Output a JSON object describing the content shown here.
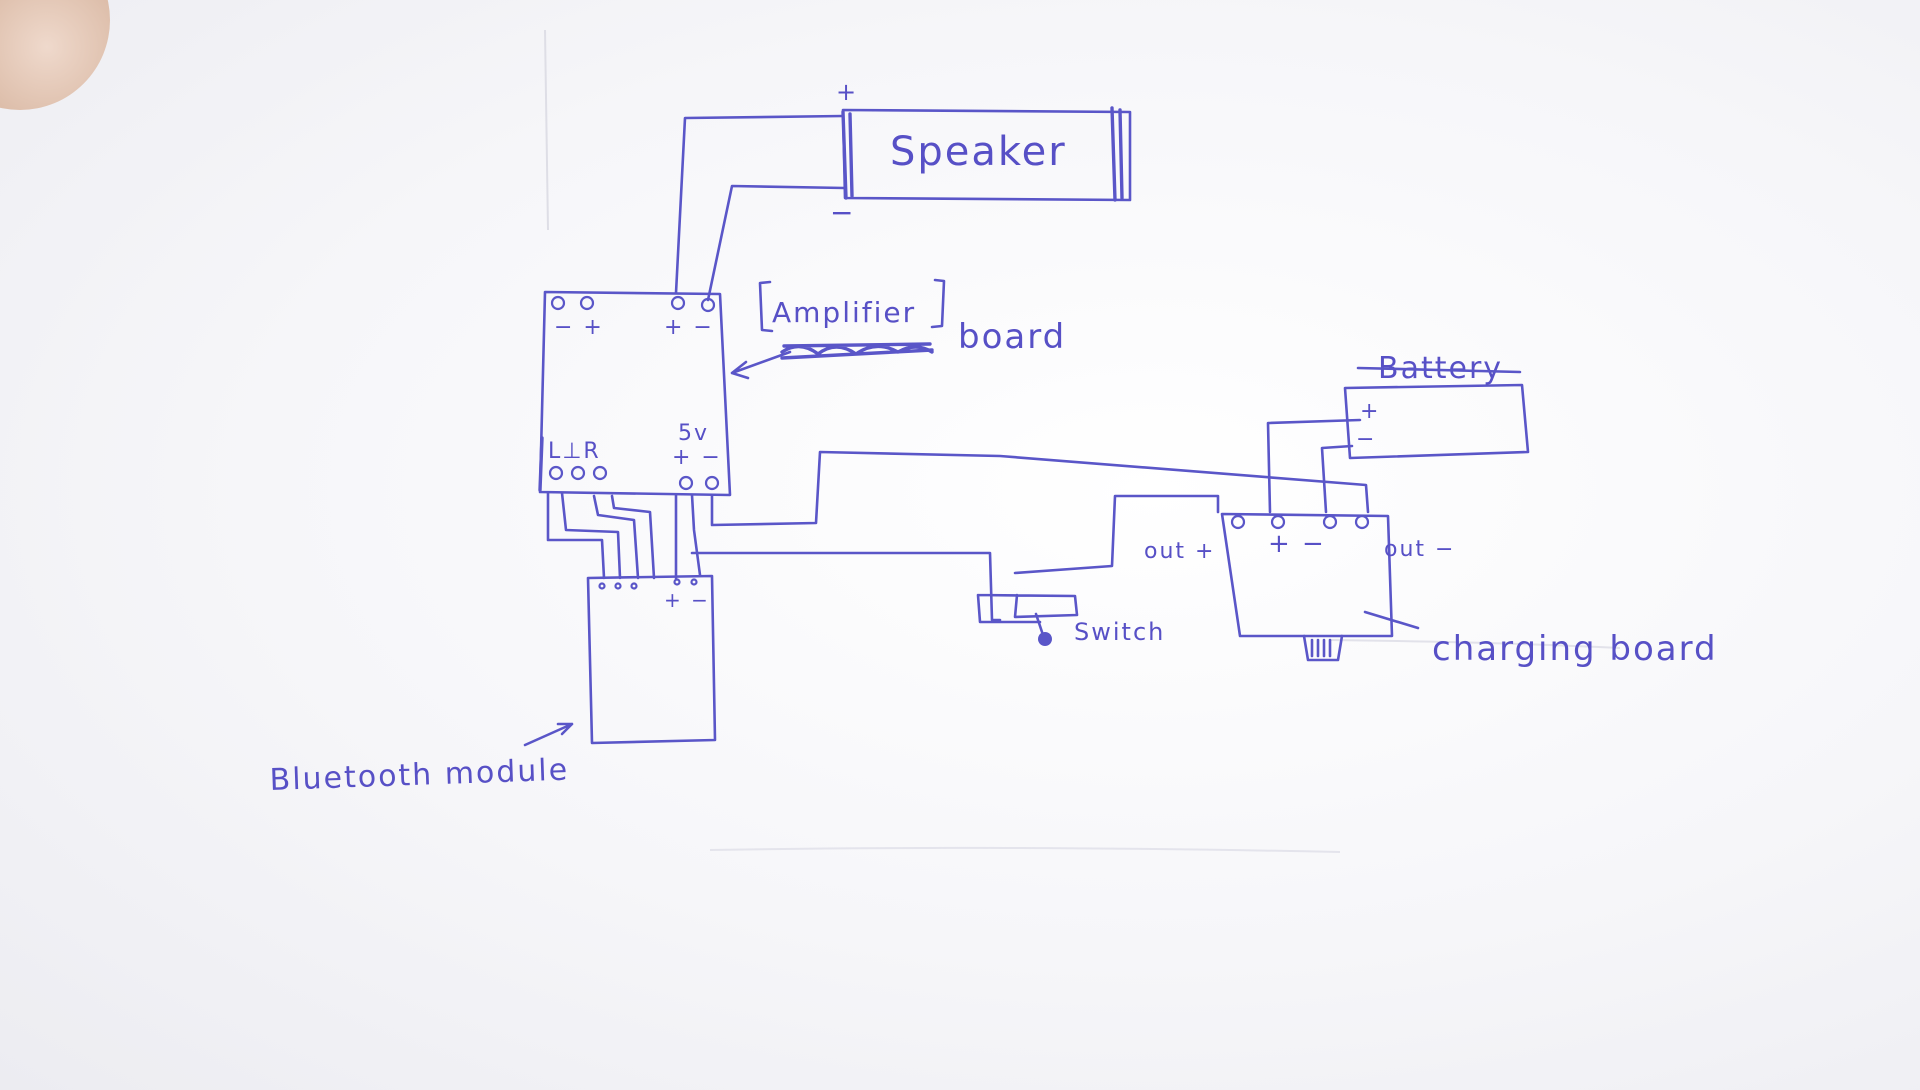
{
  "labels": {
    "speaker": "Speaker",
    "speaker_plus": "+",
    "speaker_minus": "−",
    "amplifier": "Amplifier",
    "amplifier_board": "board",
    "amp_out_left": "− +",
    "amp_out_right": "+ −",
    "amp_input": "L⊥R",
    "amp_power": "5v",
    "amp_power_pol": "+ −",
    "battery": "Battery",
    "battery_plus": "+",
    "battery_minus": "−",
    "charging_board": "charging board",
    "out_plus": "out +",
    "out_minus": "out −",
    "charge_pol": "+ −",
    "switch": "Switch",
    "bluetooth_module": "Bluetooth module",
    "bt_pol": "+ −"
  },
  "colors": {
    "ink": "#5a56c8",
    "paper": "#f6f6f9"
  }
}
